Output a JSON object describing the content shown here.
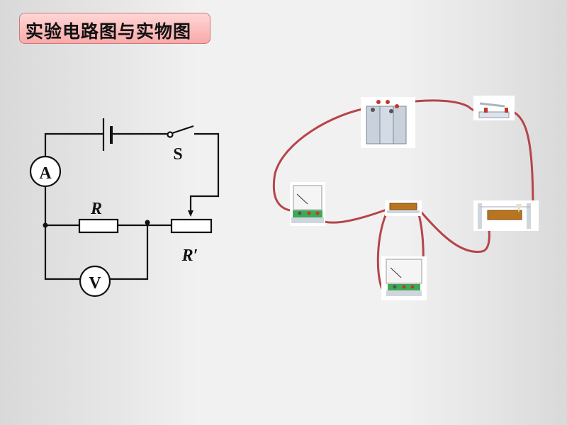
{
  "title": "实验电路图与实物图",
  "schematic": {
    "ammeter_label": "A",
    "voltmeter_label": "V",
    "switch_label": "S",
    "resistor_label": "R",
    "rheostat_label": "R′"
  },
  "physical": {
    "components": [
      "battery",
      "switch",
      "ammeter",
      "resistor",
      "rheostat",
      "voltmeter"
    ]
  },
  "colors": {
    "title_bg": "#f9a9a9",
    "title_border": "#c97a7a",
    "wire": "#b5454a"
  }
}
